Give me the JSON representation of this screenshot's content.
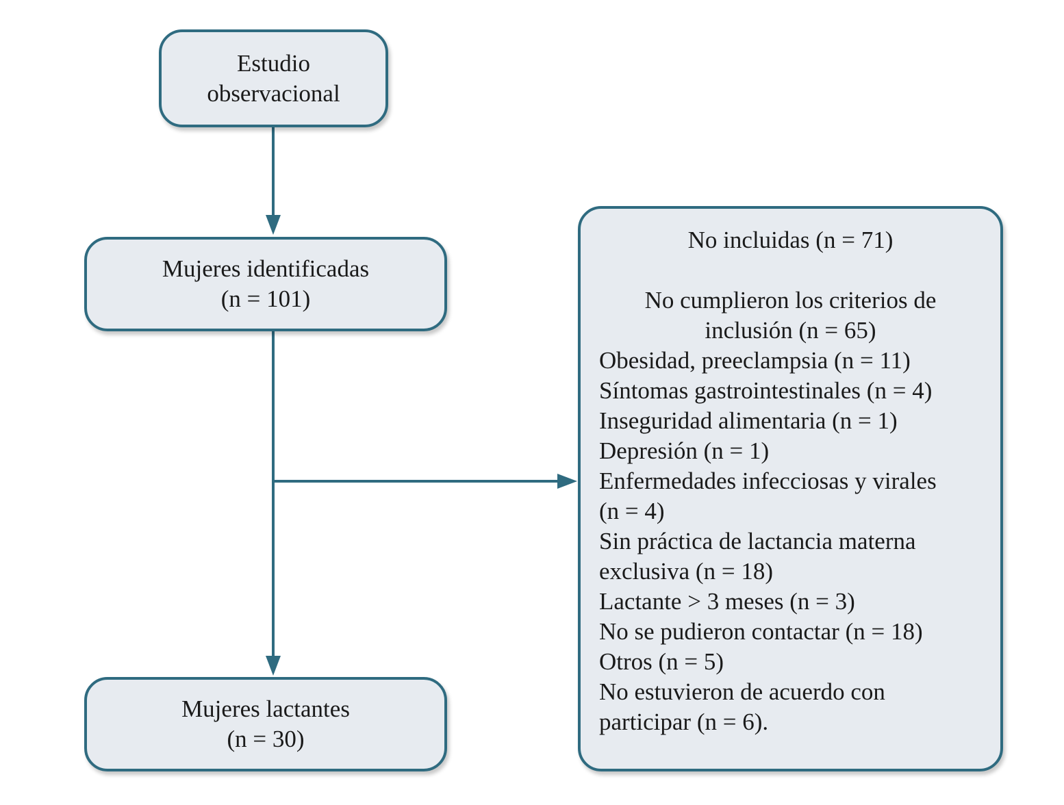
{
  "flow": {
    "start": {
      "line1": "Estudio",
      "line2": "observacional"
    },
    "identified": {
      "line1": "Mujeres identificadas",
      "line2": "(n = 101)"
    },
    "lactating": {
      "line1": "Mujeres lactantes",
      "line2": "(n = 30)"
    },
    "excluded": {
      "title": "No incluidas (n = 71)",
      "criteria_line1": "No cumplieron los criterios de",
      "criteria_line2": "inclusión (n = 65)",
      "items": [
        "Obesidad, preeclampsia (n = 11)",
        "Síntomas gastrointestinales (n = 4)",
        "Inseguridad alimentaria (n = 1)",
        "Depresión (n = 1)",
        "Enfermedades infecciosas y virales",
        "(n = 4)",
        "Sin práctica de lactancia materna",
        "exclusiva (n = 18)",
        "Lactante > 3 meses (n = 3)",
        "No se pudieron contactar (n = 18)",
        "Otros (n = 5)",
        "No estuvieron de acuerdo con",
        "participar (n = 6)."
      ]
    }
  },
  "colors": {
    "box_fill": "#e7ebf0",
    "box_border": "#2f6b80",
    "connector": "#2f6b80"
  }
}
